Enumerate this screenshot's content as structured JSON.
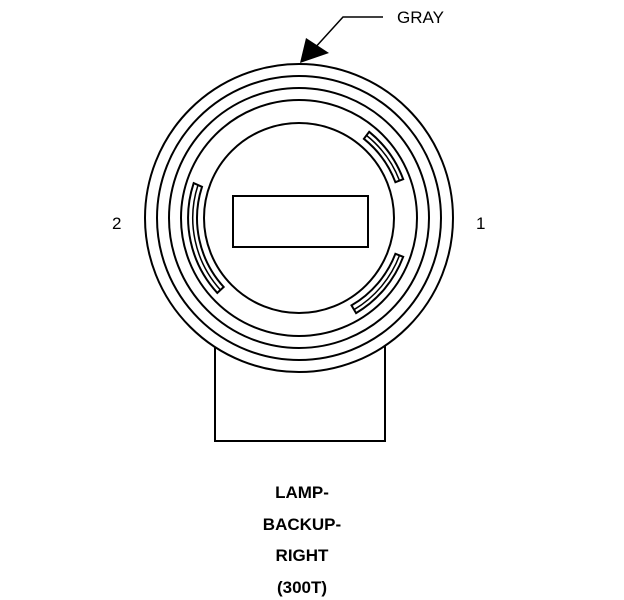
{
  "callout": {
    "color_label": "GRAY"
  },
  "pins": {
    "left": "2",
    "right": "1"
  },
  "connector_title": {
    "line1": "LAMP-",
    "line2": "BACKUP-",
    "line3": "RIGHT",
    "line4": "(300T)"
  }
}
